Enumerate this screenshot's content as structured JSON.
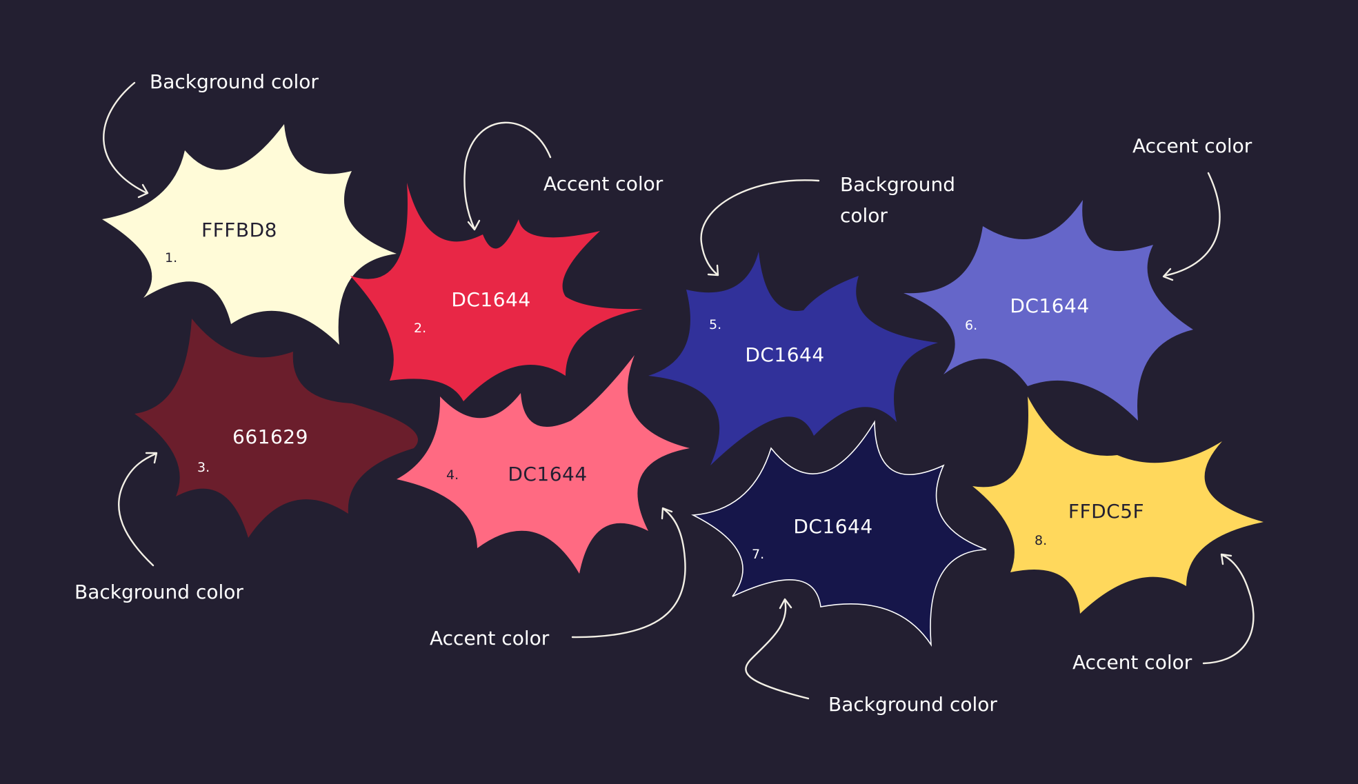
{
  "background_color": "#231f31",
  "blobs": [
    {
      "number": "1.",
      "hex": "FFFBD8",
      "fill": "#fffbd8",
      "text_color": "#231f31"
    },
    {
      "number": "2.",
      "hex": "DC1644",
      "fill": "#e82746",
      "text_color": "#ffffff"
    },
    {
      "number": "3.",
      "hex": "661629",
      "fill": "#6b1e2c",
      "text_color": "#ffffff"
    },
    {
      "number": "4.",
      "hex": "DC1644",
      "fill": "#ff6a82",
      "text_color": "#231f31"
    },
    {
      "number": "5.",
      "hex": "DC1644",
      "fill": "#31319a",
      "text_color": "#ffffff"
    },
    {
      "number": "6.",
      "hex": "DC1644",
      "fill": "#6566c9",
      "text_color": "#ffffff"
    },
    {
      "number": "7.",
      "hex": "DC1644",
      "fill": "#16164a",
      "text_color": "#ffffff",
      "outline": "#ffffff"
    },
    {
      "number": "8.",
      "hex": "FFDC5F",
      "fill": "#ffd85c",
      "text_color": "#231f31"
    }
  ],
  "labels": [
    {
      "text": "Background color"
    },
    {
      "text": "Accent color"
    },
    {
      "line1": "Background",
      "line2": "color"
    },
    {
      "text": "Accent color"
    },
    {
      "text": "Background color"
    },
    {
      "text": "Accent color"
    },
    {
      "text": "Background color"
    },
    {
      "text": "Accent color"
    }
  ]
}
